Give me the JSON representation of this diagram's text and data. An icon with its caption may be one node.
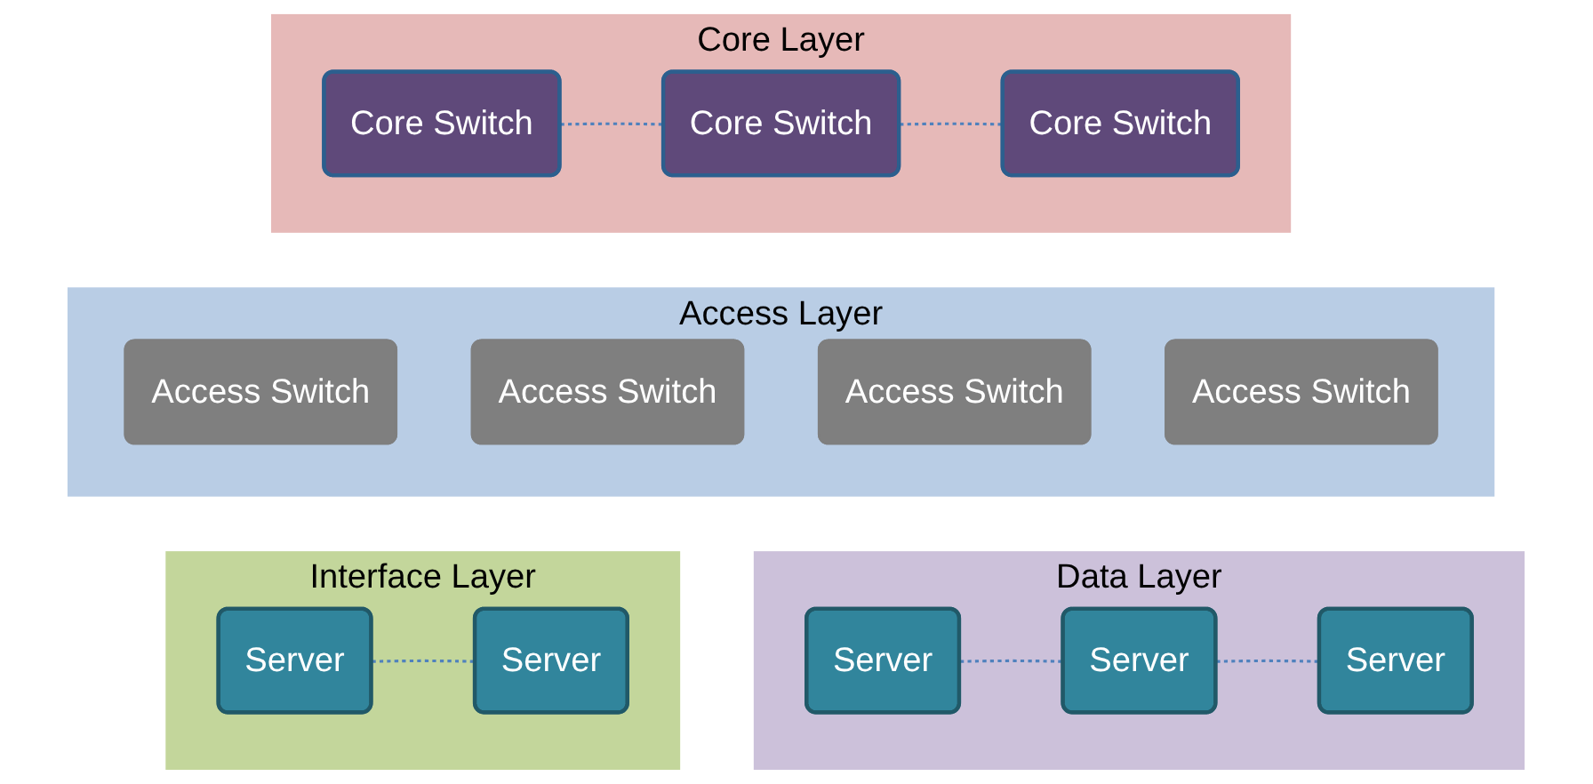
{
  "diagram": {
    "nodes": [
      {
        "text": [
          "Core Layer"
        ]
      },
      {
        "text": [
          "Core Switch"
        ],
        "in": 0
      },
      {
        "text": [
          "Core Switch"
        ],
        "in": 0
      },
      {
        "text": [
          "Core Switch"
        ],
        "in": 0
      },
      {
        "text": [
          "Access Layer"
        ]
      },
      {
        "text": [
          "Access Switch"
        ],
        "in": 4
      },
      {
        "text": [
          "Access Switch"
        ],
        "in": 4
      },
      {
        "text": [
          "Access Switch"
        ],
        "in": 4
      },
      {
        "text": [
          "Access Switch"
        ],
        "in": 4
      },
      {
        "text": [
          "Interface Layer"
        ]
      },
      {
        "text": [
          "Server"
        ],
        "in": 9
      },
      {
        "text": [
          "Server"
        ],
        "in": 9
      },
      {
        "text": [
          "Data Layer"
        ]
      },
      {
        "text": [
          "Server"
        ],
        "in": 12
      },
      {
        "text": [
          "Server"
        ],
        "in": 12
      },
      {
        "text": [
          "Server"
        ],
        "in": 12
      }
    ],
    "edges": [
      {
        "from": 1,
        "to": 2,
        "arrow": "none",
        "style": "dashed"
      },
      {
        "from": 2,
        "to": 3,
        "arrow": "none",
        "style": "dashed"
      },
      {
        "from": 10,
        "to": 11,
        "arrow": "none",
        "style": "dashed"
      },
      {
        "from": 13,
        "to": 14,
        "arrow": "none",
        "style": "dashed"
      },
      {
        "from": 14,
        "to": 15,
        "arrow": "none",
        "style": "dashed"
      }
    ]
  }
}
